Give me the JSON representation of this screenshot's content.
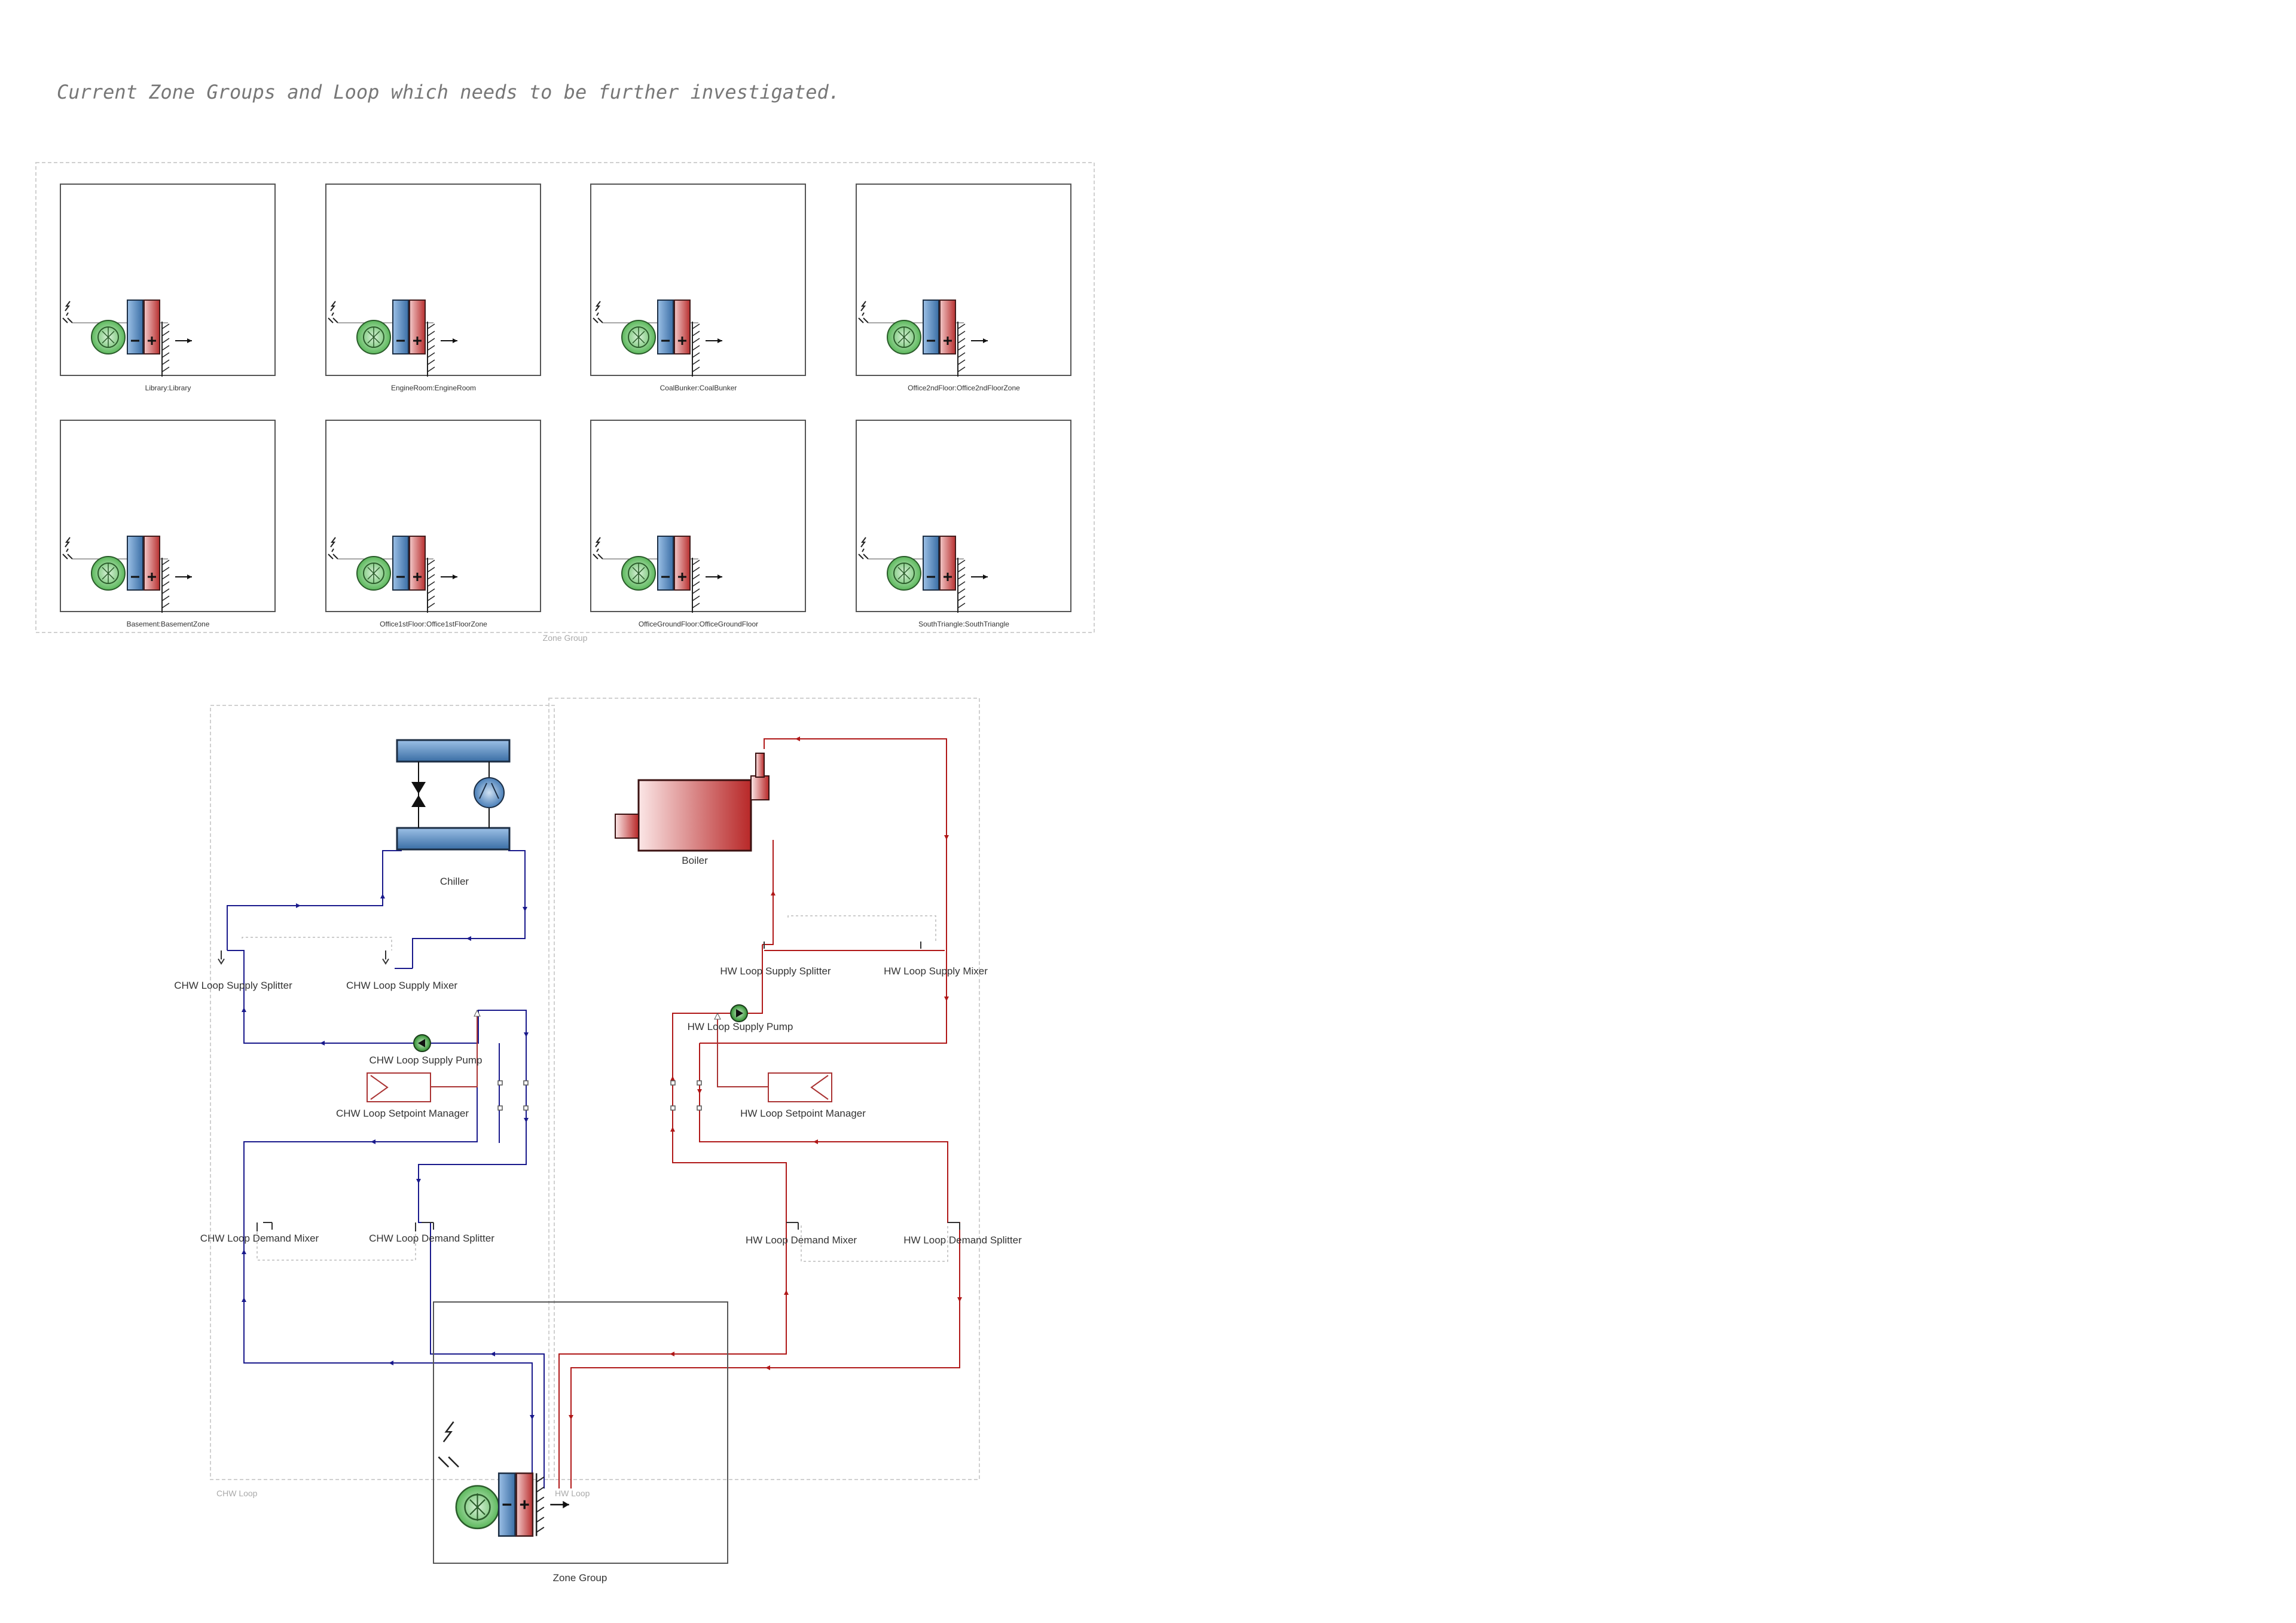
{
  "note": "Current Zone Groups and Loop which needs to be further investigated.",
  "zone_group_panel": {
    "caption": "Zone Group",
    "zones": [
      "Library:Library",
      "EngineRoom:EngineRoom",
      "CoalBunker:CoalBunker",
      "Office2ndFloor:Office2ndFloorZone",
      "Basement:BasementZone",
      "Office1stFloor:Office1stFloorZone",
      "OfficeGroundFloor:OfficeGroundFloor",
      "SouthTriangle:SouthTriangle"
    ]
  },
  "chw_loop": {
    "group_label": "CHW Loop",
    "chiller": "Chiller",
    "supply_splitter": "CHW Loop Supply Splitter",
    "supply_mixer": "CHW Loop Supply Mixer",
    "supply_pump": "CHW Loop Supply Pump",
    "setpoint_manager": "CHW Loop Setpoint Manager",
    "demand_mixer": "CHW Loop Demand Mixer",
    "demand_splitter": "CHW Loop Demand Splitter"
  },
  "hw_loop": {
    "group_label": "HW Loop",
    "boiler": "Boiler",
    "supply_splitter": "HW Loop Supply Splitter",
    "supply_mixer": "HW Loop Supply Mixer",
    "supply_pump": "HW Loop Supply Pump",
    "setpoint_manager": "HW Loop Setpoint Manager",
    "demand_mixer": "HW Loop Demand Mixer",
    "demand_splitter": "HW Loop Demand Splitter"
  },
  "zone_group_label": "Zone Group",
  "colors": {
    "chw_pipe": "#1a1a8c",
    "hw_pipe": "#b01818",
    "cooling_coil": "#4a7fb8",
    "heating_coil": "#c84848",
    "fan": "#6fc46f",
    "group_border": "#bbbbbb"
  }
}
